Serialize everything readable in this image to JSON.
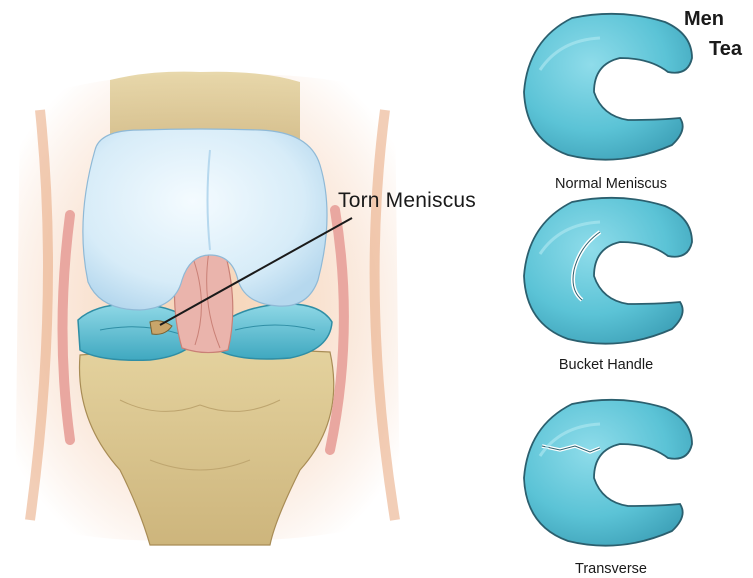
{
  "title": {
    "line1": "Men",
    "line2": "Tea"
  },
  "knee": {
    "callout_label": "Torn Meniscus"
  },
  "tear_types": [
    {
      "label": "Normal Meniscus"
    },
    {
      "label": "Bucket Handle"
    },
    {
      "label": "Transverse"
    }
  ],
  "colors": {
    "meniscus": "#5bc3d6",
    "meniscus_dark": "#2f8ea5",
    "femur": "#dff0fa",
    "bone": "#d8c28c",
    "skin": "#f3c9a4",
    "ligament": "#e9a7a0"
  }
}
